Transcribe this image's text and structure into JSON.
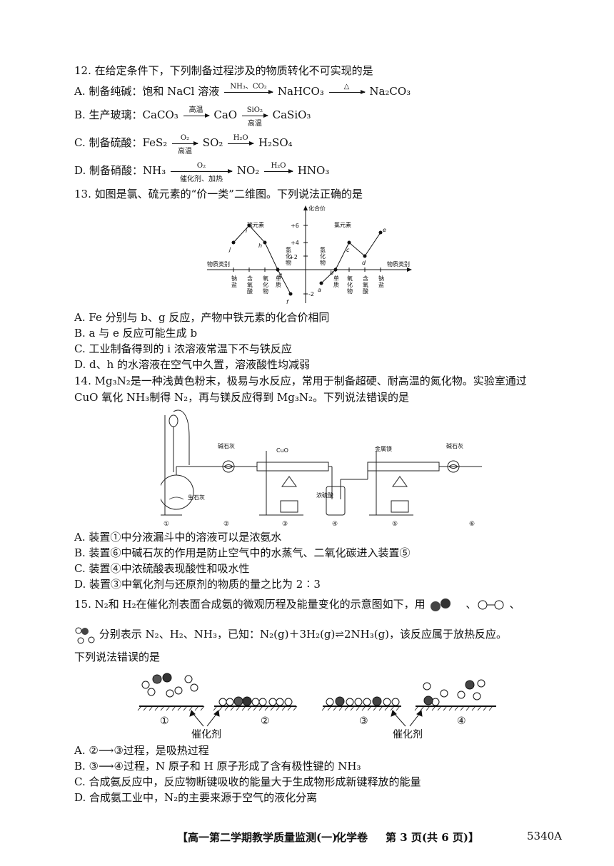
{
  "q12": {
    "stem": "12. 在给定条件下，下列制备过程涉及的物质转化不可实现的是",
    "A": {
      "label": "A. 制备纯碱：饱和 NaCl 溶液",
      "arrow1_top": "NH₃、CO₂",
      "mid": "NaHCO₃",
      "arrow2_top": "△",
      "end": "Na₂CO₃"
    },
    "B": {
      "label": "B. 生产玻璃：CaCO₃",
      "arrow1_top": "高温",
      "mid": "CaO",
      "arrow2_top": "SiO₂",
      "arrow2_bot": "高温",
      "end": "CaSiO₃"
    },
    "C": {
      "label": "C. 制备硫酸：FeS₂",
      "arrow1_top": "O₂",
      "arrow1_bot": "高温",
      "mid": "SO₂",
      "arrow2_top": "H₂O",
      "end": "H₂SO₄"
    },
    "D": {
      "label": "D. 制备硝酸：NH₃",
      "arrow1_top": "O₂",
      "arrow1_bot": "催化剂、加热",
      "mid": "NO₂",
      "arrow2_top": "H₂O",
      "end": "HNO₃"
    }
  },
  "q13": {
    "stem": "13. 如图是氯、硫元素的“价一类”二维图。下列说法正确的是",
    "chart": {
      "y_title": "化合价",
      "x_title_left": "物质类别",
      "x_title_right": "物质类别",
      "left_label": "硫元素",
      "right_label": "氯元素",
      "y_ticks": [
        "+6",
        "+4",
        "+2",
        "-2"
      ],
      "left_axis_label": "氢化物",
      "right_axis_label": "氢化物",
      "left_categories": [
        "钠盐",
        "含氧酸",
        "氧化物",
        "单质"
      ],
      "right_categories": [
        "单质",
        "氧化物",
        "含氧酸",
        "钠盐"
      ],
      "points": [
        "j",
        "i",
        "h",
        "g",
        "f",
        "a",
        "b",
        "c",
        "d",
        "e"
      ]
    },
    "options": [
      "A. Fe 分别与 b、g 反应，产物中铁元素的化合价相同",
      "B. a 与 e 反应可能生成 b",
      "C. 工业制备得到的 i 浓溶液常温下不与铁反应",
      "D. d、h 的水溶液在空气中久置，溶液酸性均减弱"
    ]
  },
  "q14": {
    "stem1": "14. Mg₃N₂是一种浅黄色粉末，极易与水反应，常用于制备超硬、耐高温的氮化物。实验室通过",
    "stem2": "CuO 氧化 NH₃制得 N₂，再与镁反应得到 Mg₃N₂。下列说法错误的是",
    "apparatus": {
      "l1": "碱石灰",
      "l2": "CuO",
      "l3": "金属镁",
      "l4": "碱石灰",
      "l5": "生石灰",
      "l6": "浓硫酸",
      "nums": [
        "①",
        "②",
        "③",
        "④",
        "⑤",
        "⑥"
      ]
    },
    "options": [
      "A. 装置①中分液漏斗中的溶液可以是浓氨水",
      "B. 装置⑥中碱石灰的作用是防止空气中的水蒸气、二氧化碳进入装置⑤",
      "C. 装置④中浓硫酸表现酸性和吸水性",
      "D. 装置③中氧化剂与还原剂的物质的量之比为 2∶3"
    ]
  },
  "q15": {
    "stem1": "15. N₂和 H₂在催化剂表面合成氨的微观历程及能量变化的示意图如下，用",
    "stem1_end": "、",
    "stem2": "分别表示 N₂、H₂、NH₃，已知：N₂(g)＋3H₂(g)⇌2NH₃(g)，该反应属于放热反应。",
    "stem3": "下列说法错误的是",
    "diagram": {
      "nums": [
        "①",
        "②",
        "③",
        "④"
      ],
      "catalyst1": "催化剂",
      "catalyst2": "催化剂"
    },
    "options": [
      "A. ②⟶③过程，是吸热过程",
      "B. ③⟶④过程，N 原子和 H 原子形成了含有极性键的 NH₃",
      "C. 合成氨反应中，反应物断键吸收的能量大于生成物形成新键释放的能量",
      "D. 合成氨工业中，N₂的主要来源于空气的液化分离"
    ]
  },
  "footer": {
    "left": "【高一第二学期教学质量监测(一)",
    "subject": "化学卷",
    "page": "第 3 页(共 6 页)】",
    "code": "5340A"
  }
}
